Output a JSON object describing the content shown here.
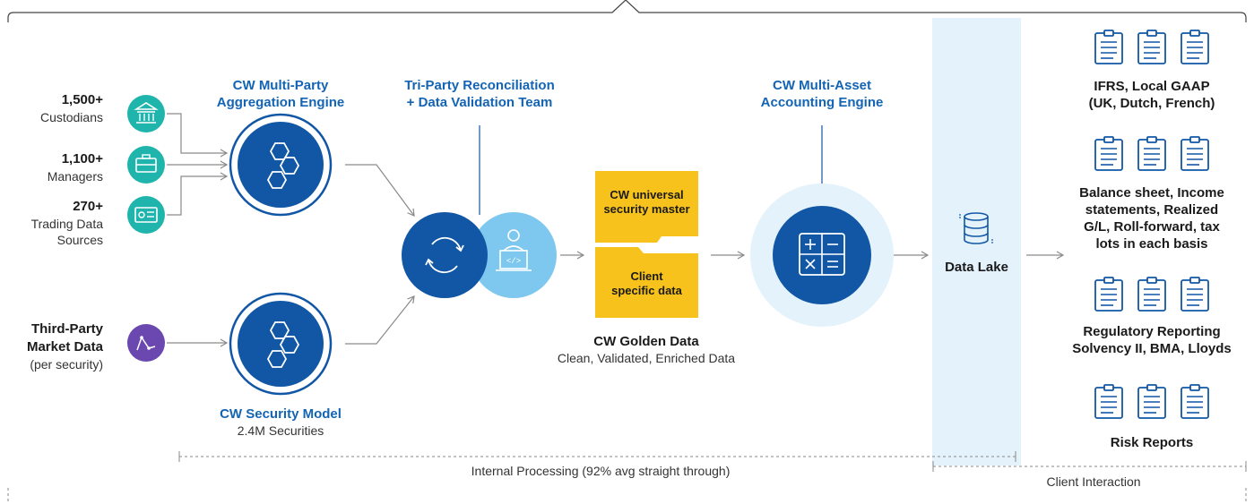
{
  "sources": {
    "custodians": {
      "count": "1,500+",
      "label": "Custodians",
      "icon": "bank-icon"
    },
    "managers": {
      "count": "1,100+",
      "label": "Managers",
      "icon": "briefcase-icon"
    },
    "trading": {
      "count": "270+",
      "label_line1": "Trading Data",
      "label_line2": "Sources",
      "icon": "id-card-icon"
    },
    "market": {
      "title_line1": "Third-Party",
      "title_line2": "Market Data",
      "note": "(per security)",
      "icon": "chart-icon"
    }
  },
  "aggregation_engine": {
    "title_line1": "CW Multi-Party",
    "title_line2": "Aggregation Engine",
    "icon": "hexagons-icon"
  },
  "security_model": {
    "title": "CW Security Model",
    "subtitle": "2.4M Securities",
    "icon": "hexagons-icon"
  },
  "reconciliation": {
    "title_line1": "Tri-Party Reconciliation",
    "title_line2": "+ Data Validation Team"
  },
  "golden_data": {
    "folder_top_line1": "CW universal",
    "folder_top_line2": "security master",
    "folder_bottom_line1": "Client",
    "folder_bottom_line2": "specific data",
    "title": "CW Golden Data",
    "subtitle": "Clean, Validated, Enriched Data"
  },
  "accounting_engine": {
    "title_line1": "CW Multi-Asset",
    "title_line2": "Accounting Engine",
    "icon": "calculator-icon"
  },
  "data_lake": {
    "label": "Data Lake",
    "icon": "database-icon"
  },
  "reports": [
    {
      "line1": "IFRS, Local GAAP",
      "line2": "(UK, Dutch, French)"
    },
    {
      "line1": "Balance sheet, Income",
      "line2": "statements, Realized",
      "line3": "G/L, Roll-forward, tax",
      "line4": "lots in each basis"
    },
    {
      "line1": "Regulatory Reporting",
      "line2": "Solvency II, BMA, Lloyds"
    },
    {
      "line1": "Risk Reports"
    }
  ],
  "footer": {
    "internal": "Internal Processing (92% avg straight through)",
    "client": "Client Interaction"
  },
  "colors": {
    "teal": "#1fb5ac",
    "navy": "#1157a6",
    "blue_title": "#1464b4",
    "light_blue": "#7ec8ef",
    "purple": "#6b48b0",
    "yellow": "#f7c21b",
    "lake_band": "#e3f2fb"
  }
}
